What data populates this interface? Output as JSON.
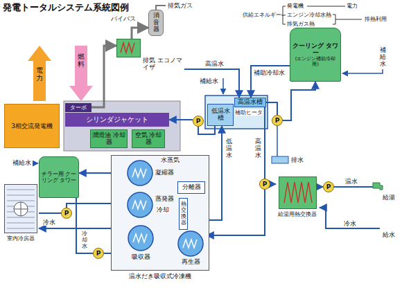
{
  "diagram": {
    "title": "発電トータルシステム系統図例",
    "nodes": [
      {
        "text": [
          "電力"
        ]
      },
      {
        "text": [
          "燃料"
        ]
      },
      {
        "text": [
          "3相交流発電機"
        ]
      },
      {
        "text": [
          "ターボ"
        ]
      },
      {
        "text": [
          "シリンダジャケット"
        ]
      },
      {
        "text": [
          "潤滑油 冷却器"
        ]
      },
      {
        "text": [
          "空気 冷却器"
        ]
      },
      {
        "text": [
          "消音器"
        ]
      },
      {
        "text": [
          "排気 エコノマイザ"
        ]
      },
      {
        "text": [
          "クーリング タワー",
          "(エンジン補助冷却用)"
        ]
      },
      {
        "text": [
          "低温水槽"
        ]
      },
      {
        "text": [
          "高温水槽"
        ]
      },
      {
        "text": [
          "給湯用熱交換器"
        ]
      },
      {
        "text": [
          "チラー用 クーリング タワー"
        ]
      },
      {
        "text": [
          "室内冷房器"
        ]
      },
      {
        "text": [
          "温水だき吸収式冷凍機"
        ]
      },
      {
        "text": [
          "凝縮器"
        ],
        "in": 15
      },
      {
        "text": [
          "蒸発器"
        ],
        "in": 15
      },
      {
        "text": [
          "吸収器"
        ],
        "in": 15
      },
      {
        "text": [
          "再生器"
        ],
        "in": 15
      },
      {
        "text": [
          "分離器"
        ],
        "in": 15
      },
      {
        "text": [
          "熱交換器"
        ],
        "in": 15
      },
      {
        "text": [
          "P"
        ]
      },
      {
        "text": [
          "P"
        ]
      },
      {
        "text": [
          "P"
        ]
      },
      {
        "text": [
          "P"
        ]
      },
      {
        "text": [
          "P"
        ]
      },
      {
        "text": [
          "P"
        ]
      }
    ],
    "edges": [
      {
        "from": 9,
        "to": 11,
        "arrow": "to",
        "label": "補助冷却水"
      },
      {
        "from": 11,
        "to": 23,
        "arrow": "none"
      },
      {
        "from": 23,
        "to": 9,
        "arrow": "to"
      },
      {
        "from": 8,
        "to": 11,
        "arrow": "to",
        "label": "高温水"
      },
      {
        "from": 3,
        "to": 8,
        "arrow": "to"
      },
      {
        "from": 8,
        "to": 7,
        "arrow": "to"
      },
      {
        "from": 10,
        "to": 22,
        "arrow": "none"
      },
      {
        "from": 22,
        "to": 4,
        "arrow": "to"
      },
      {
        "from": 11,
        "to": 24,
        "arrow": "none"
      },
      {
        "from": 24,
        "to": 19,
        "arrow": "to"
      },
      {
        "from": 24,
        "to": 12,
        "arrow": "to"
      },
      {
        "from": 19,
        "to": 10,
        "arrow": "to"
      },
      {
        "from": 12,
        "to": 25,
        "arrow": "to"
      },
      {
        "from": 13,
        "to": 27,
        "arrow": "none"
      },
      {
        "from": 27,
        "to": 18,
        "arrow": "to"
      },
      {
        "from": 16,
        "to": 13,
        "arrow": "to"
      },
      {
        "from": 14,
        "to": 26,
        "arrow": "none"
      },
      {
        "from": 26,
        "to": 17,
        "arrow": "to"
      },
      {
        "from": 17,
        "to": 14,
        "arrow": "to"
      }
    ],
    "labels": [
      "排気ガス",
      "バイパス",
      "供給エネルギー",
      "発電機",
      "電力",
      "エンジン冷却水熱",
      "排気ガス熱",
      "排熱利用",
      "補給水",
      "補助ヒータ",
      "低温水",
      "高温水",
      "排水",
      "補給水",
      "補給水",
      "水蒸気",
      "冷却",
      "冷水",
      "冷却水",
      "温水",
      "給湯",
      "冷水",
      "給水"
    ]
  }
}
